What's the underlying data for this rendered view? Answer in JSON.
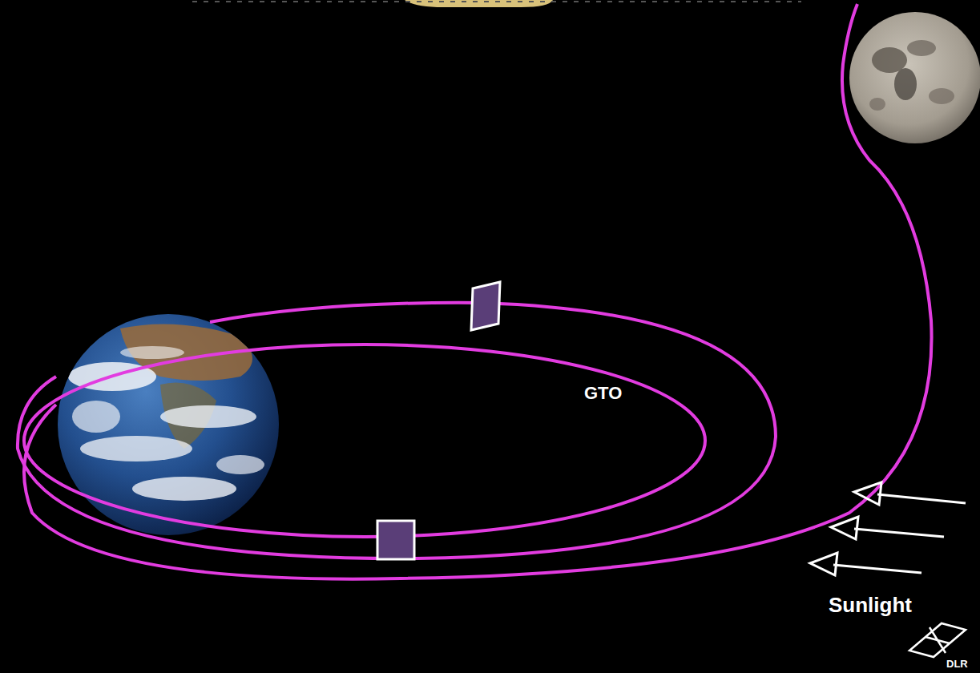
{
  "diagram": {
    "labels": [
      "GTO",
      "Sunlight",
      "DLR"
    ]
  }
}
